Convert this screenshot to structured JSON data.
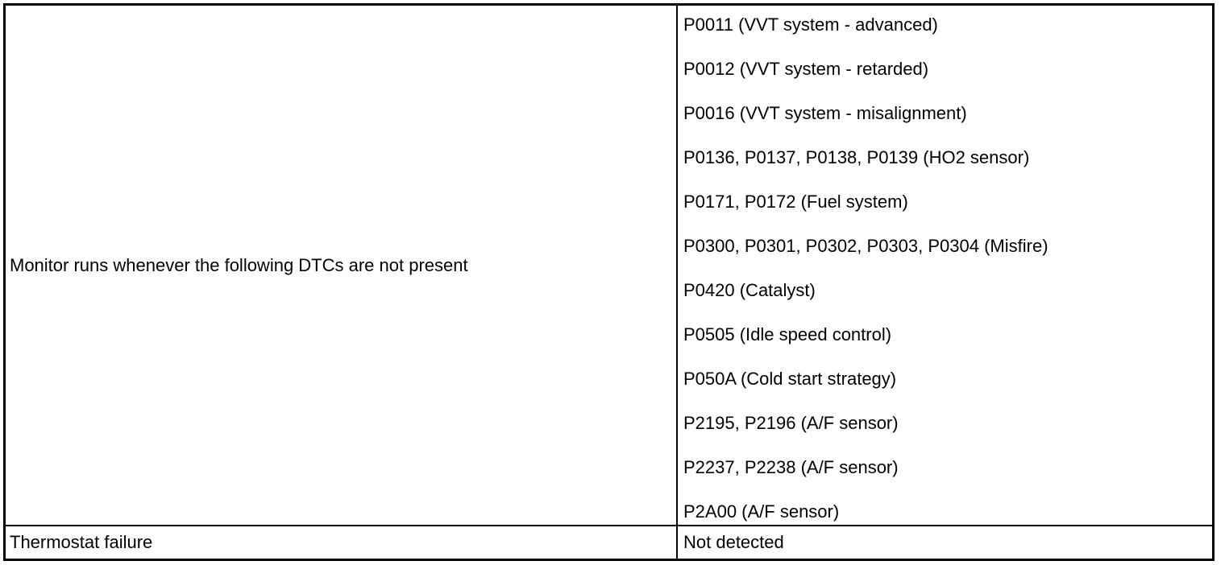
{
  "table": {
    "rows": [
      {
        "label": "Monitor runs whenever the following DTCs are not present",
        "values": [
          "P0011 (VVT system - advanced)",
          "P0012 (VVT system - retarded)",
          "P0016 (VVT system - misalignment)",
          "P0136, P0137, P0138, P0139 (HO2 sensor)",
          "P0171, P0172 (Fuel system)",
          "P0300, P0301, P0302, P0303, P0304 (Misfire)",
          "P0420 (Catalyst)",
          "P0505 (Idle speed control)",
          "P050A (Cold start strategy)",
          "P2195, P2196 (A/F sensor)",
          "P2237, P2238 (A/F sensor)",
          "P2A00 (A/F sensor)"
        ]
      },
      {
        "label": "Thermostat failure",
        "value": "Not detected"
      }
    ]
  }
}
